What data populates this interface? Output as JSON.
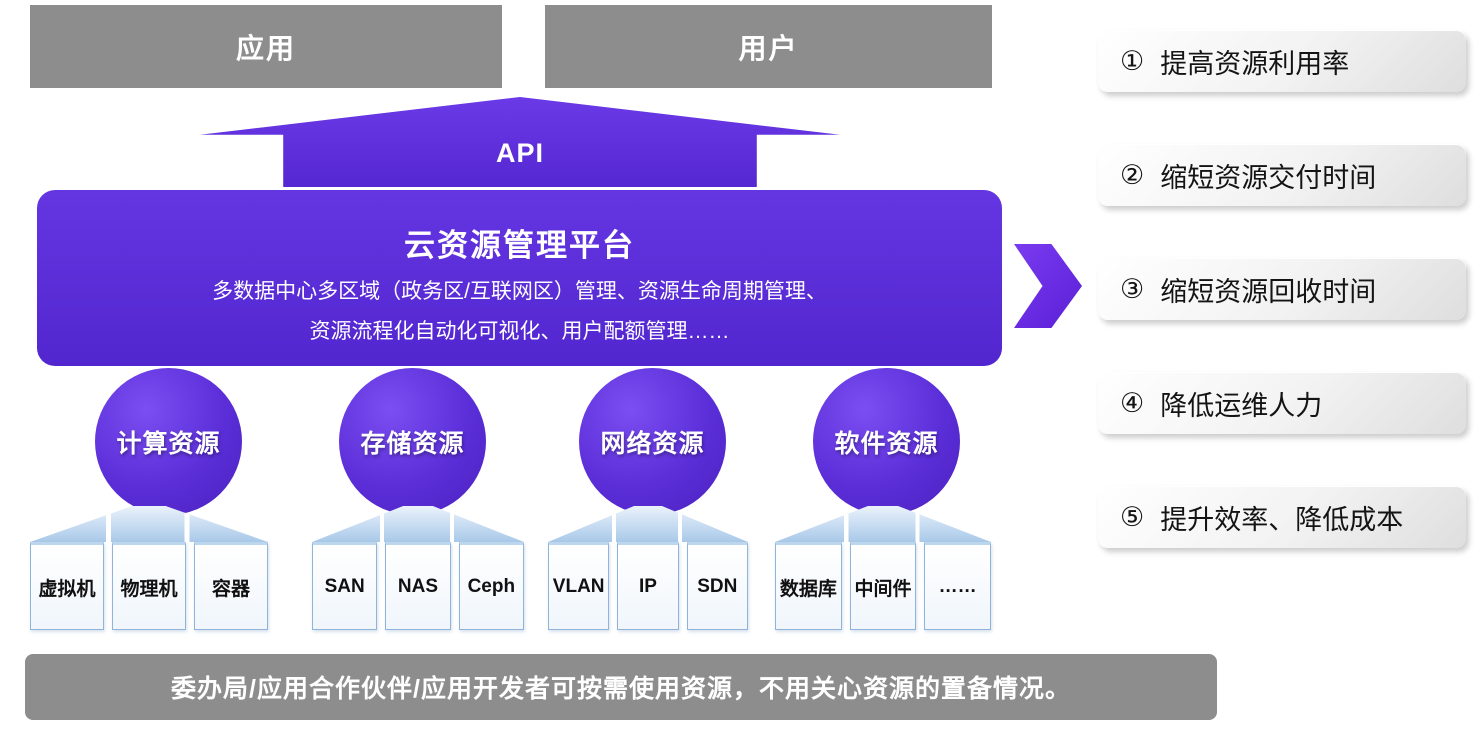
{
  "top": {
    "app_label": "应用",
    "user_label": "用户"
  },
  "api": {
    "label": "API"
  },
  "platform": {
    "title": "云资源管理平台",
    "desc_line1": "多数据中心多区域（政务区/互联网区）管理、资源生命周期管理、",
    "desc_line2": "资源流程化自动化可视化、用户配额管理……"
  },
  "resources": [
    {
      "name": "计算资源",
      "items": [
        "虚拟机",
        "物理机",
        "容器"
      ]
    },
    {
      "name": "存储资源",
      "items": [
        "SAN",
        "NAS",
        "Ceph"
      ]
    },
    {
      "name": "网络资源",
      "items": [
        "VLAN",
        "IP",
        "SDN"
      ]
    },
    {
      "name": "软件资源",
      "items": [
        "数据库",
        "中间件",
        "……"
      ]
    }
  ],
  "benefits": [
    {
      "num": "①",
      "text": "提高资源利用率"
    },
    {
      "num": "②",
      "text": "缩短资源交付时间"
    },
    {
      "num": "③",
      "text": "缩短资源回收时间"
    },
    {
      "num": "④",
      "text": "降低运维人力"
    },
    {
      "num": "⑤",
      "text": "提升效率、降低成本"
    }
  ],
  "footer": {
    "text": "委办局/应用合作伙伴/应用开发者可按需使用资源，不用关心资源的置备情况。"
  },
  "colors": {
    "purple": "#5b2dd8",
    "gray": "#8d8d8d",
    "fan_blue": "#a9c9e9"
  }
}
